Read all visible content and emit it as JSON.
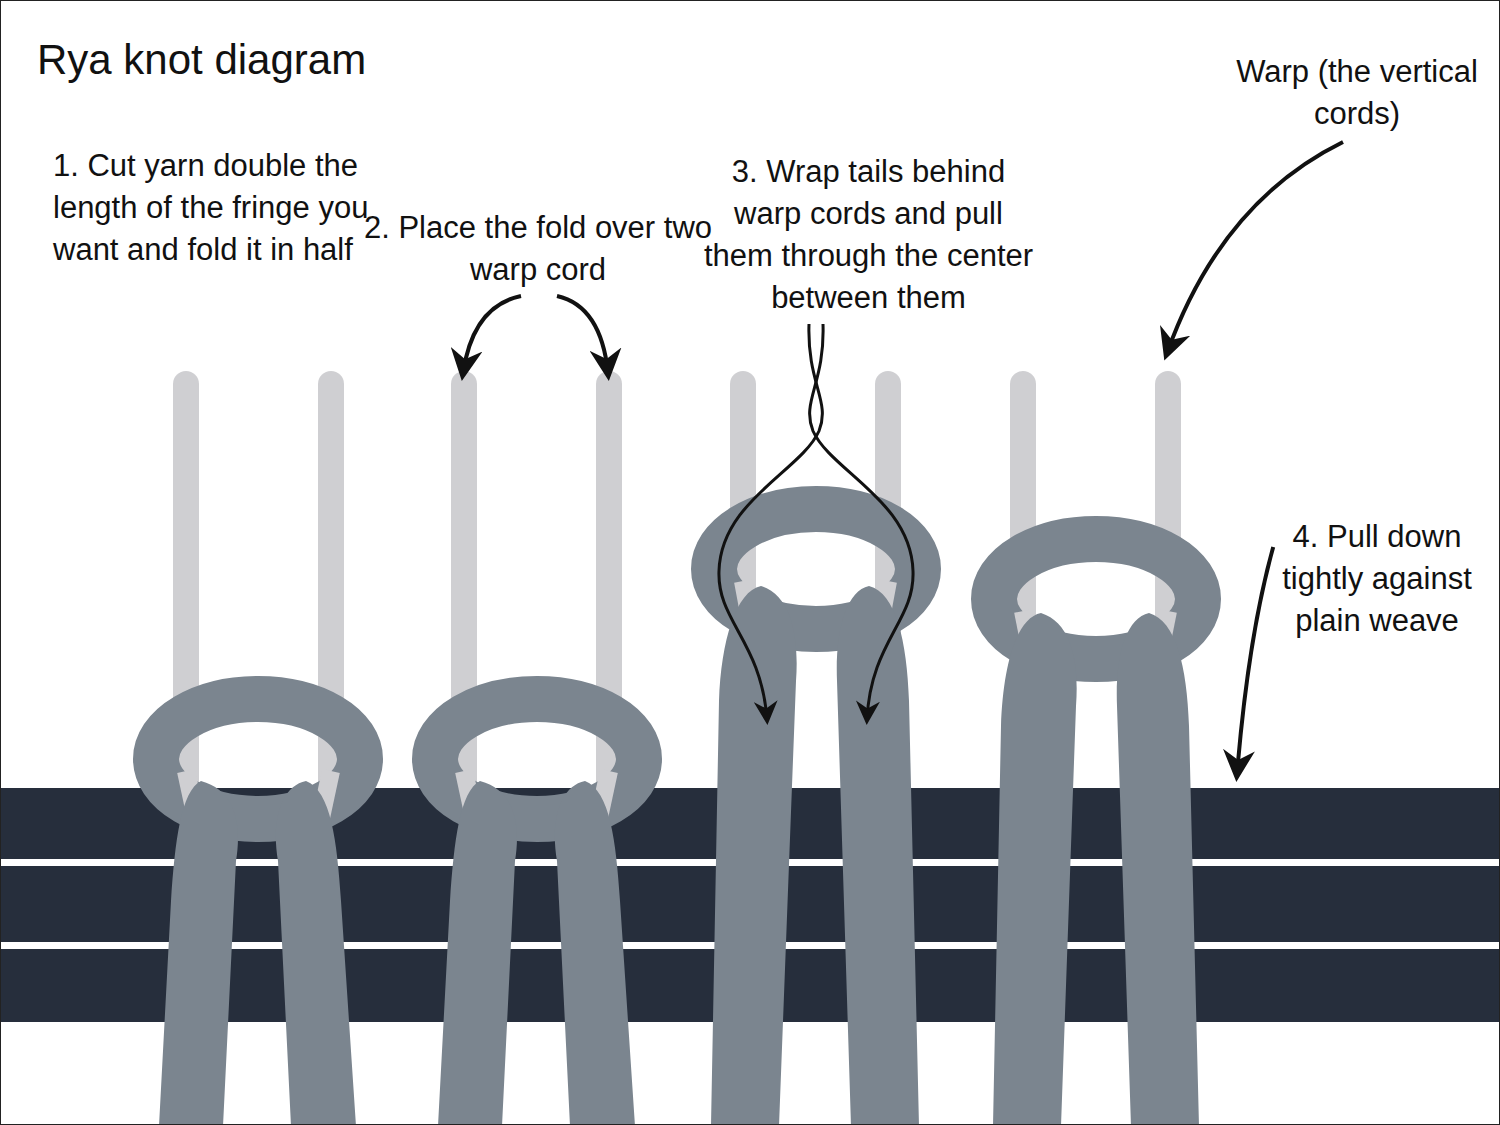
{
  "diagram": {
    "title": "Rya knot diagram",
    "labels": [
      "1. Cut yarn double the length of the fringe you want and fold it in half",
      "2. Place the fold over two warp cord",
      "3. Wrap tails behind warp cords and pull them through the center between them",
      "Warp (the vertical cords)",
      "4. Pull down tightly against plain weave"
    ]
  }
}
